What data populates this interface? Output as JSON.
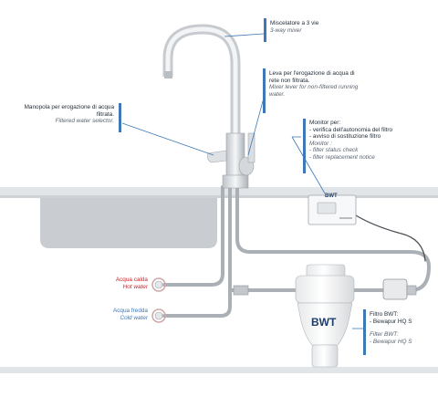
{
  "labels": {
    "mixer": {
      "it": "Miscelatore a 3 vie",
      "en": "3-way mixer"
    },
    "lever": {
      "it_1": "Leva per l'erogazione di acqua di",
      "it_2": "rete non filtrata.",
      "en_1": "Mixer lever for non-filtered running",
      "en_2": "water."
    },
    "handle": {
      "it_1": "Manopola per erogazione di acqua",
      "it_2": "filtrata.",
      "en": "Filtered water selector."
    },
    "monitor": {
      "title": "Monitor per:",
      "it_1": "- verifica dell'autonomia del filtro",
      "it_2": "- avviso di sostituzione filtro",
      "en_title": "Monitor :",
      "en_1": "- filter status check",
      "en_2": "- filter replacement notice"
    },
    "hot": {
      "it": "Acqua calda",
      "en": "Hot water"
    },
    "cold": {
      "it": "Acqua fredda",
      "en": "Cold water"
    },
    "filter": {
      "it_1": "Filtro BWT:",
      "it_2": "- Bewapur HQ S",
      "en_1": "Filter BWT:",
      "en_2": "- Bewapur HQ S"
    }
  },
  "brand": {
    "monitor_logo": "BWT",
    "filter_logo": "BWT"
  },
  "colors": {
    "accent": "#3f78b6",
    "hot": "#d2232a",
    "cold": "#3f78b6",
    "counter": "#e2e5e8"
  }
}
